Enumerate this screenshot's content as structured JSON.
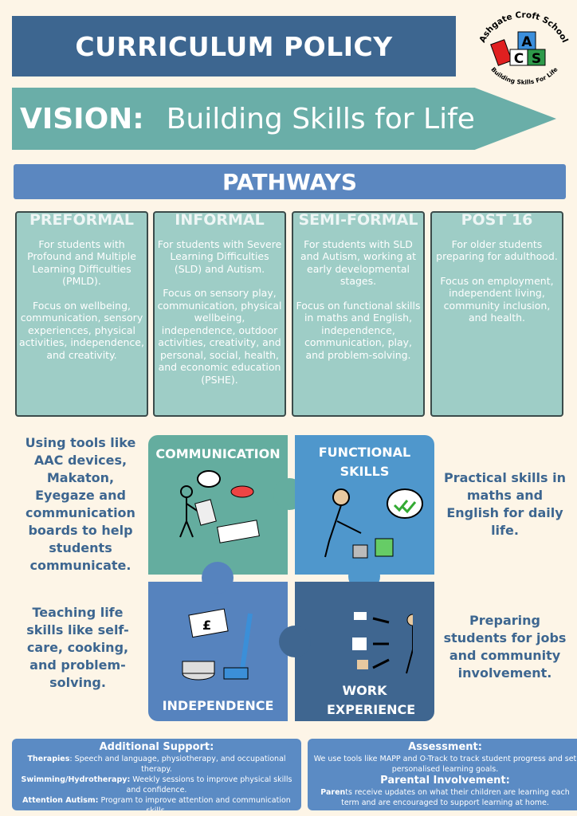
{
  "title": "CURRICULUM POLICY",
  "logo": {
    "top_text": "Ashgate Croft School",
    "bottom_text": "Building Skills For Life",
    "letters": "ACS"
  },
  "vision": {
    "label": "VISION:",
    "text": "Building Skills for Life"
  },
  "pathways_title": "PATHWAYS",
  "pathways": [
    {
      "name": "PREFORMAL",
      "desc": "For students with Profound and Multiple Learning Difficulties (PMLD).",
      "focus": "Focus on wellbeing, communication, sensory experiences, physical activities, independence, and creativity."
    },
    {
      "name": "INFORMAL",
      "desc": "For students with Severe Learning Difficulties (SLD) and Autism.",
      "focus": "Focus on sensory play, communication, physical wellbeing, independence, outdoor activities, creativity, and personal, social, health, and economic education (PSHE)."
    },
    {
      "name": "SEMI-FORMAL",
      "desc": "For students with SLD and Autism, working at early developmental stages.",
      "focus": "Focus on functional skills in maths and English, independence, communication, play, and problem-solving."
    },
    {
      "name": "POST 16",
      "desc": "For older students preparing for adulthood.",
      "focus": "Focus on employment, independent living, community inclusion, and health."
    }
  ],
  "puzzle": {
    "communication": "COMMUNICATION",
    "functional": "FUNCTIONAL SKILLS",
    "independence": "INDEPENDENCE",
    "work": "WORK EXPERIENCE"
  },
  "side_text": {
    "communication": "Using tools like AAC devices, Makaton, Eyegaze and communication boards to help students communicate.",
    "functional": "Practical skills in maths and English for daily life.",
    "independence": "Teaching life skills like self-care, cooking, and problem-solving.",
    "work": "Preparing students for jobs and community involvement."
  },
  "support": {
    "title": "Additional Support:",
    "items": [
      {
        "label": "Therapies",
        "text": ": Speech and language, physiotherapy, and occupational therapy."
      },
      {
        "label": "Swimming/Hydrotherapy:",
        "text": " Weekly sessions to improve physical skills and confidence."
      },
      {
        "label": "Attention Autism:",
        "text": " Program to improve attention and communication skills."
      }
    ]
  },
  "assessment": {
    "title": "Assessment:",
    "text": "We use tools like MAPP and O-Track to track student progress and set personalised learning goals.",
    "parental_title": "Parental Involvement:",
    "parental_bold": "Paren",
    "parental_text": "ts receive updates on what their children are learning each term and are encouraged to support learning at home."
  }
}
